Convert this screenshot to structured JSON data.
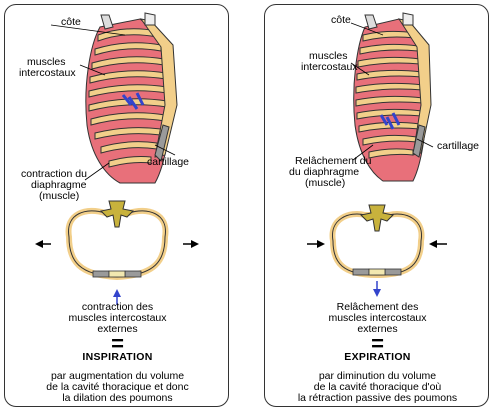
{
  "left": {
    "label_cote": "côte",
    "label_muscles_1": "muscles",
    "label_muscles_2": "intercostaux",
    "label_cartilage": "cartillage",
    "label_diaphragm_1": "contraction du",
    "label_diaphragm_2": "diaphragme",
    "label_diaphragm_3": "(muscle)",
    "caption_1": "contraction des",
    "caption_2": "muscles intercostaux",
    "caption_3": "externes",
    "equals": "=",
    "title": "INSPIRATION",
    "desc_1": "par augmentation du volume",
    "desc_2": "de la cavité thoracique et donc",
    "desc_3": "la dilation des poumons"
  },
  "right": {
    "label_cote": "côte",
    "label_muscles_1": "muscles",
    "label_muscles_2": "intercostaux",
    "label_cartilage": "cartillage",
    "label_diaphragm_1": "Relâchement du",
    "label_diaphragm_2": "du diaphragme",
    "label_diaphragm_3": "(muscle)",
    "caption_1": "Relâchement des",
    "caption_2": "muscles intercostaux",
    "caption_3": "externes",
    "equals": "=",
    "title": "EXPIRATION",
    "desc_1": "par diminution du volume",
    "desc_2": "de la cavité thoracique d'où",
    "desc_3": "la rétraction passive des poumons"
  },
  "colors": {
    "rib": "#f2cf8a",
    "muscle": "#e8707a",
    "cartilage": "#9a9a9a",
    "vertebra": "#c8b23c",
    "arrow_blue": "#3344cc"
  }
}
